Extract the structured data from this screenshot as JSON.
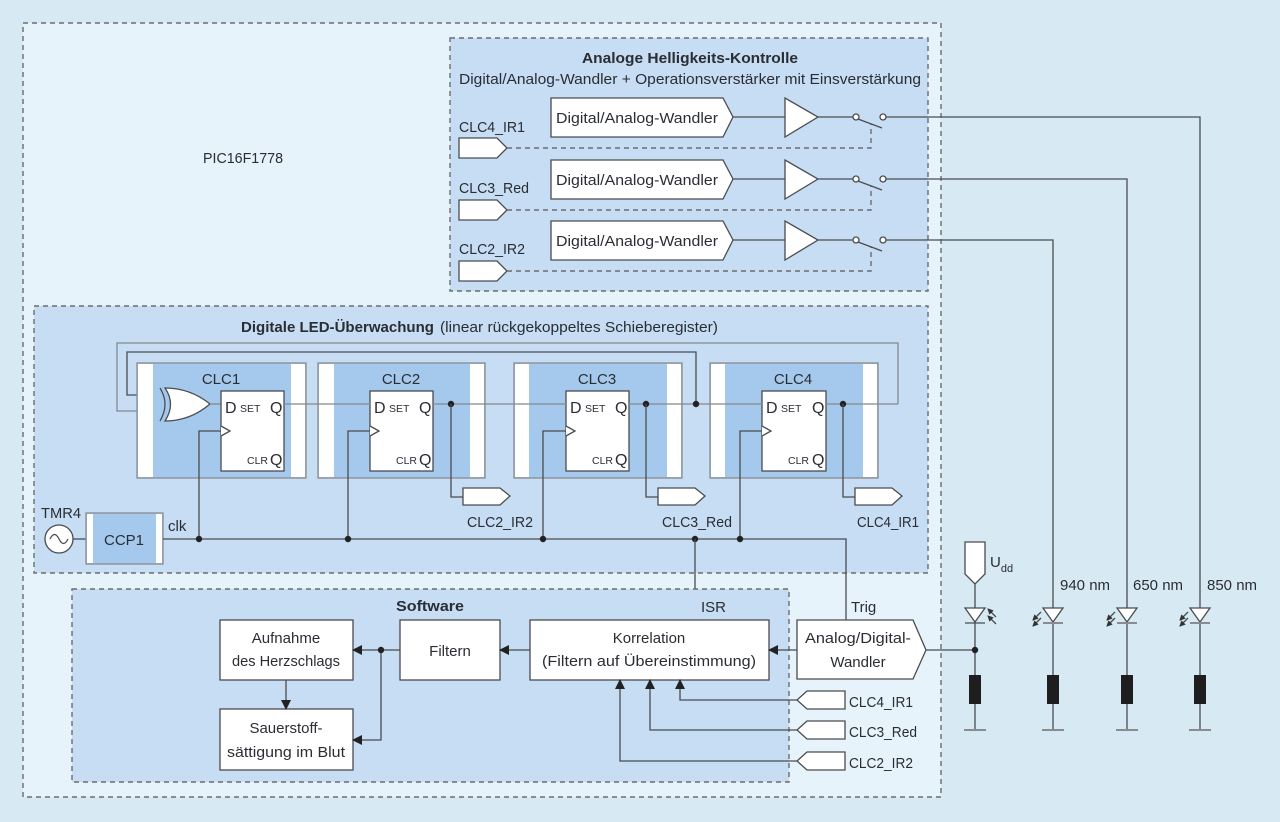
{
  "diagram": {
    "chip_label": "PIC16F1778",
    "analog": {
      "title": "Analoge Helligkeits-Kontrolle",
      "subtitle": "Digital/Analog-Wandler + Operationsverstärker mit Einsverstärkung",
      "channels": [
        {
          "input": "CLC4_IR1",
          "dac": "Digital/Analog-Wandler",
          "led": "850 nm"
        },
        {
          "input": "CLC3_Red",
          "dac": "Digital/Analog-Wandler",
          "led": "650 nm"
        },
        {
          "input": "CLC2_IR2",
          "dac": "Digital/Analog-Wandler",
          "led": "940 nm"
        }
      ]
    },
    "digital": {
      "title_bold": "Digitale LED-Überwachung",
      "title_rest": "(linear rückgekoppeltes Schieberegister)",
      "cells": [
        {
          "name": "CLC1"
        },
        {
          "name": "CLC2",
          "output": "CLC2_IR2"
        },
        {
          "name": "CLC3",
          "output": "CLC3_Red"
        },
        {
          "name": "CLC4",
          "output": "CLC4_IR1"
        }
      ],
      "flipflop": {
        "d": "D",
        "set": "SET",
        "q": "Q",
        "clr": "CLR",
        "qbar": "Q"
      },
      "timer": "TMR4",
      "ccp": "CCP1",
      "clock": "clk"
    },
    "software": {
      "title": "Software",
      "heartbeat": [
        "Aufnahme",
        "des Herzschlags"
      ],
      "spo2": [
        "Sauerstoff-",
        "sättigung im Blut"
      ],
      "filter": "Filtern",
      "correlation": [
        "Korrelation",
        "(Filtern auf Übereinstimmung)"
      ],
      "isr": "ISR",
      "inputs": [
        "CLC4_IR1",
        "CLC3_Red",
        "CLC2_IR2"
      ]
    },
    "adc": {
      "lines": [
        "Analog/Digital-",
        "Wandler"
      ],
      "trigger": "Trig"
    },
    "sensor": {
      "supply": "U",
      "supply_sub": "dd",
      "leds": [
        "940 nm",
        "650 nm",
        "850 nm"
      ]
    }
  }
}
